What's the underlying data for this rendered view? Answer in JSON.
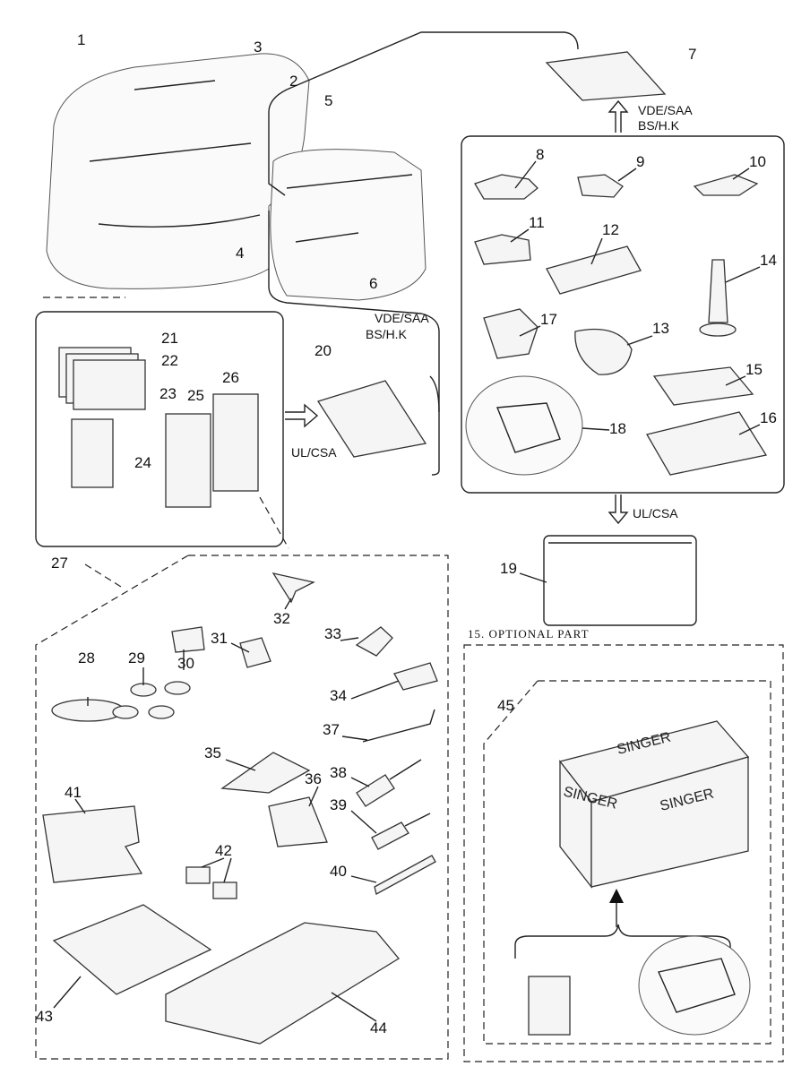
{
  "labels": {
    "p1": "1",
    "p2": "2",
    "p3": "3",
    "p4": "4",
    "p5": "5",
    "p6": "6",
    "p7": "7",
    "p8": "8",
    "p9": "9",
    "p10": "10",
    "p11": "11",
    "p12": "12",
    "p13": "13",
    "p14": "14",
    "p15": "15",
    "p16": "16",
    "p17": "17",
    "p18": "18",
    "p19": "19",
    "p20": "20",
    "p21": "21",
    "p22": "22",
    "p23": "23",
    "p24": "24",
    "p25": "25",
    "p26": "26",
    "p27": "27",
    "p28": "28",
    "p29": "29",
    "p30": "30",
    "p31": "31",
    "p32": "32",
    "p33": "33",
    "p34": "34",
    "p35": "35",
    "p36": "36",
    "p37": "37",
    "p38": "38",
    "p39": "39",
    "p40": "40",
    "p41": "41",
    "p42": "42",
    "p43": "43",
    "p44": "44",
    "p45": "45"
  },
  "notes": {
    "vde_top": "VDE/SAA",
    "bs_top": "BS/H.K",
    "vde_mid": "VDE/SAA",
    "bs_mid": "BS/H.K",
    "ul_left": "UL/CSA",
    "ul_right": "UL/CSA",
    "optional": "15. OPTIONAL PART"
  },
  "brand": {
    "top": "SINGER",
    "left": "SINGER",
    "right": "SINGER"
  }
}
